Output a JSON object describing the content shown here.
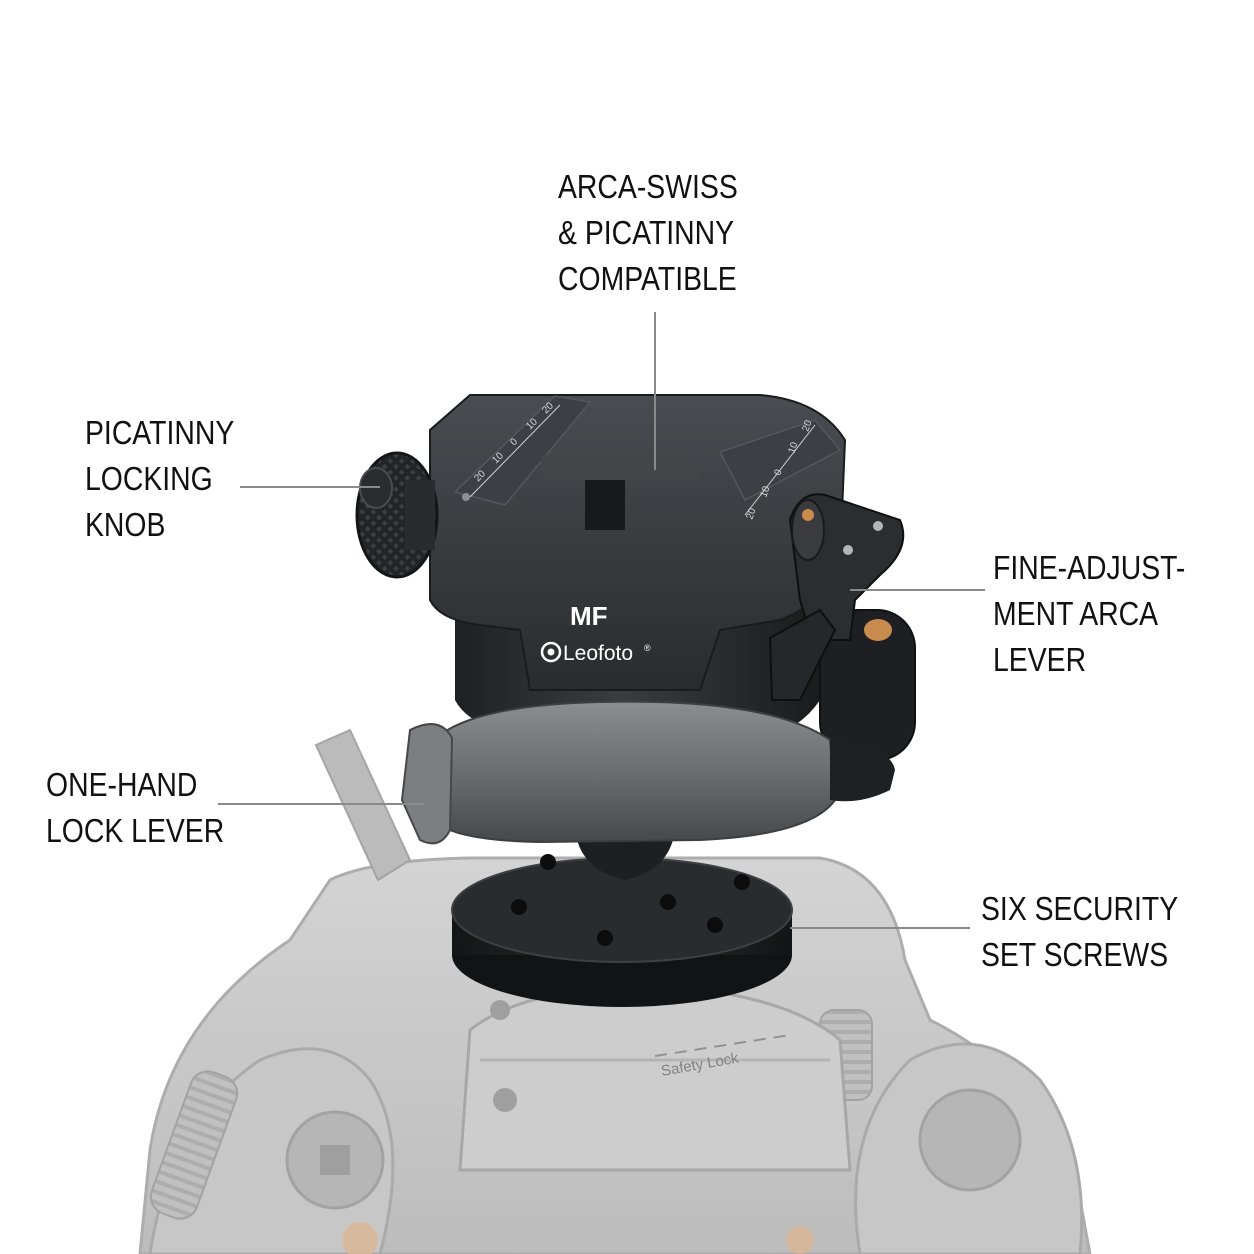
{
  "callouts": {
    "top": [
      "ARCA-SWISS",
      "& PICATINNY",
      "COMPATIBLE"
    ],
    "knob": [
      "PICATINNY",
      "LOCKING",
      "KNOB"
    ],
    "fine_adjust": [
      "FINE-ADJUST-",
      "MENT ARCA",
      "LEVER"
    ],
    "lock_lever": [
      "ONE-HAND",
      "LOCK LEVER"
    ],
    "screws": [
      "SIX SECURITY",
      "SET SCREWS"
    ]
  },
  "product": {
    "logo_mark": "MF",
    "brand": "Leofoto",
    "registered": "®",
    "tripod_label": "Safety Lock",
    "clamp_scale_left": [
      "20",
      "10",
      "0",
      "10",
      "20"
    ],
    "clamp_scale_right": [
      "20",
      "10",
      "0",
      "10",
      "20"
    ]
  },
  "colors": {
    "background": "#ffffff",
    "text": "#111111",
    "leader": "#8a8a8a",
    "body": "#2b2c2f",
    "lever": "#6e7074",
    "tripod": "#c7c7c7",
    "brass": "#c98a4e"
  }
}
